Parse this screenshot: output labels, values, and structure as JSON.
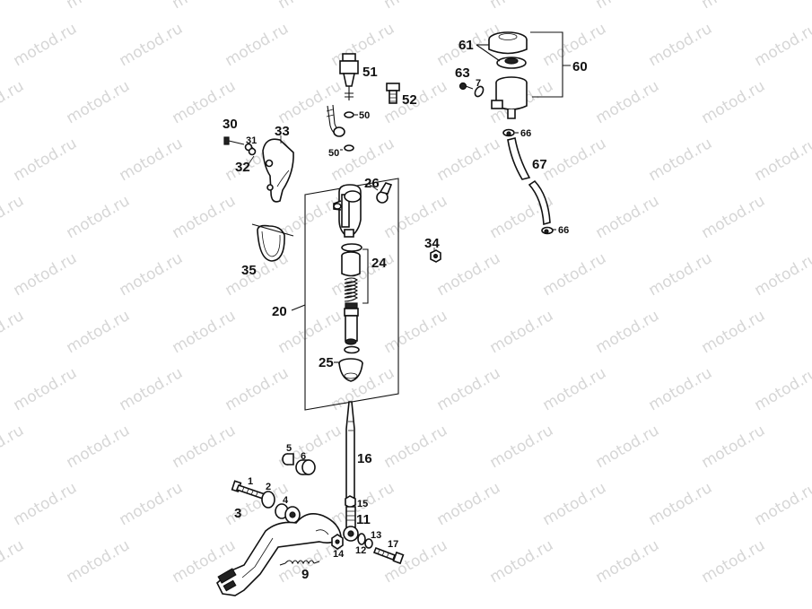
{
  "watermark": "motod.ru",
  "callouts": [
    {
      "id": "c61",
      "text": "61"
    },
    {
      "id": "c60",
      "text": "60"
    },
    {
      "id": "c63",
      "text": "63"
    },
    {
      "id": "c7",
      "text": "7"
    },
    {
      "id": "c66a",
      "text": "66"
    },
    {
      "id": "c67",
      "text": "67"
    },
    {
      "id": "c66b",
      "text": "66"
    },
    {
      "id": "c51",
      "text": "51"
    },
    {
      "id": "c52",
      "text": "52"
    },
    {
      "id": "c50a",
      "text": "50"
    },
    {
      "id": "c50b",
      "text": "50"
    },
    {
      "id": "c30",
      "text": "30"
    },
    {
      "id": "c31",
      "text": "31"
    },
    {
      "id": "c32",
      "text": "32"
    },
    {
      "id": "c33",
      "text": "33"
    },
    {
      "id": "c26",
      "text": "26"
    },
    {
      "id": "c34",
      "text": "34"
    },
    {
      "id": "c35",
      "text": "35"
    },
    {
      "id": "c24",
      "text": "24"
    },
    {
      "id": "c20",
      "text": "20"
    },
    {
      "id": "c25",
      "text": "25"
    },
    {
      "id": "c16",
      "text": "16"
    },
    {
      "id": "c5",
      "text": "5"
    },
    {
      "id": "c6",
      "text": "6"
    },
    {
      "id": "c1",
      "text": "1"
    },
    {
      "id": "c2",
      "text": "2"
    },
    {
      "id": "c4",
      "text": "4"
    },
    {
      "id": "c3",
      "text": "3"
    },
    {
      "id": "c15",
      "text": "15"
    },
    {
      "id": "c11",
      "text": "11"
    },
    {
      "id": "c13",
      "text": "13"
    },
    {
      "id": "c17",
      "text": "17"
    },
    {
      "id": "c14",
      "text": "14"
    },
    {
      "id": "c12",
      "text": "12"
    },
    {
      "id": "c9",
      "text": "9"
    }
  ]
}
